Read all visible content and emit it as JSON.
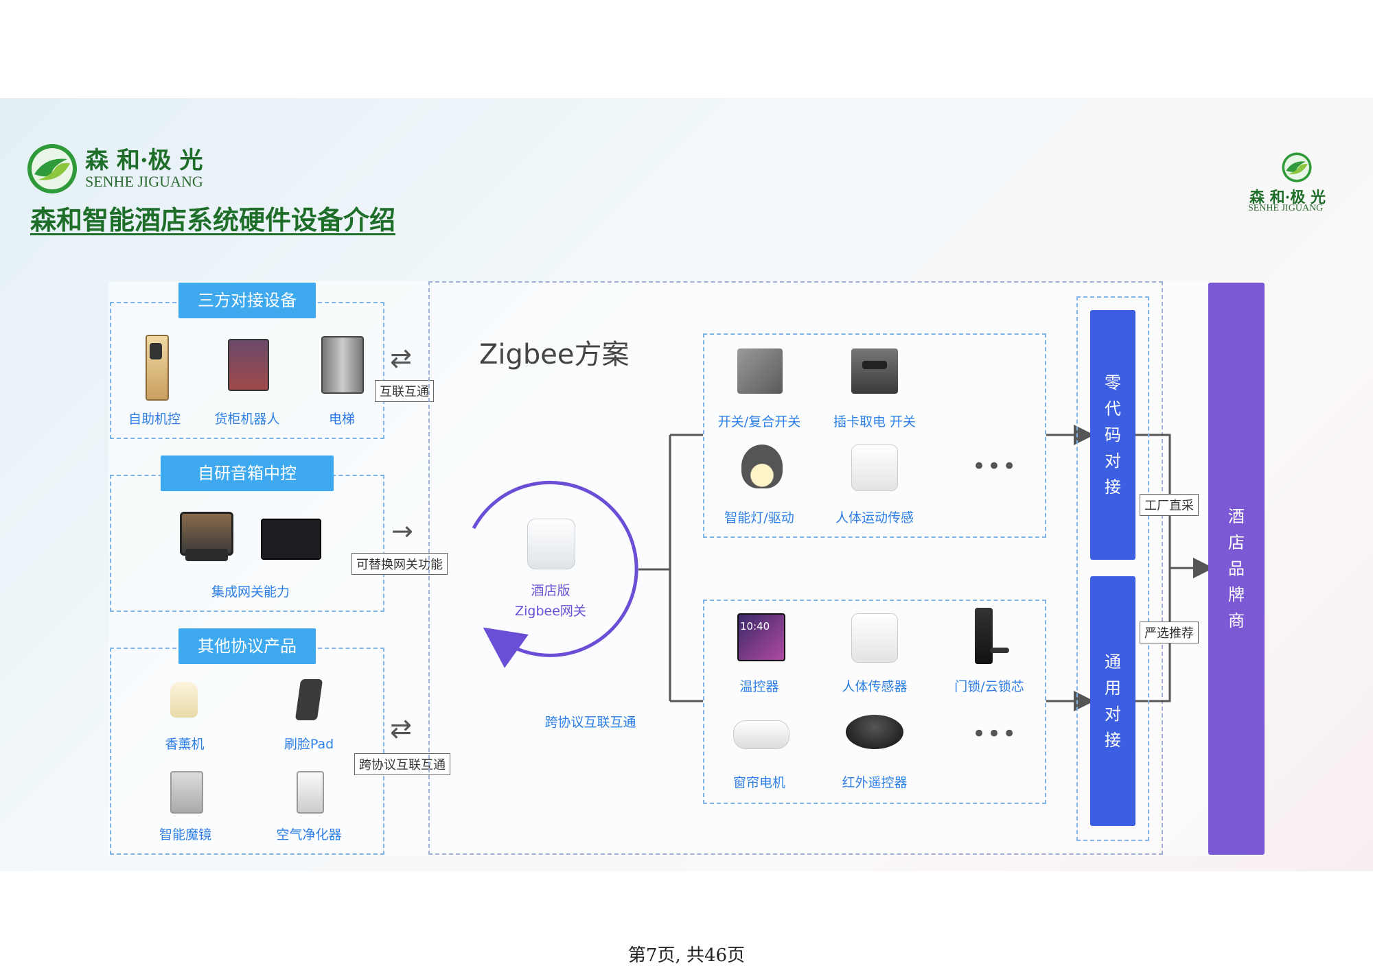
{
  "header": {
    "logo_cn": "森 和·极 光",
    "logo_en": "SENHE JIGUANG",
    "title": "森和智能酒店系统硬件设备介绍",
    "logo_right_cn": "森 和·极 光",
    "logo_right_en": "SENHE JIGUANG"
  },
  "left_groups": {
    "third_party": {
      "title": "三方对接设备",
      "items": [
        "自助机控",
        "货柜机器人",
        "电梯"
      ],
      "link": "互联互通"
    },
    "speaker": {
      "title": "自研音箱中控",
      "caption": "集成网关能力",
      "link": "可替换网关功能"
    },
    "other": {
      "title": "其他协议产品",
      "items": [
        "香薰机",
        "刷脸Pad",
        "智能魔镜",
        "空气净化器"
      ],
      "link": "跨协议互联互通"
    }
  },
  "zigbee": {
    "title": "Zigbee方案",
    "gateway_line1": "酒店版",
    "gateway_line2": "Zigbee网关",
    "cross_protocol": "跨协议互联互通"
  },
  "device_group_top": {
    "items": [
      "开关/复合开关",
      "插卡取电 开关",
      "智能灯/驱动",
      "人体运动传感"
    ],
    "more": "•••"
  },
  "device_group_bottom": {
    "items": [
      "温控器",
      "人体传感器",
      "门锁/云锁芯",
      "窗帘电机",
      "红外遥控器"
    ],
    "thermostat_time": "10:40",
    "more": "•••"
  },
  "integration": {
    "zero_code": [
      "零",
      "代",
      "码",
      "对",
      "接"
    ],
    "general": [
      "通",
      "用",
      "对",
      "接"
    ],
    "factory_label": "工厂直采",
    "select_label": "严选推荐",
    "brand": [
      "酒",
      "店",
      "品",
      "牌",
      "商"
    ]
  },
  "footer": {
    "page": "第7页, 共46页"
  },
  "colors": {
    "title_green": "#1e6e2a",
    "pill_blue": "#3fa9f0",
    "bar_blue": "#3b5fe0",
    "bar_purple": "#7b58d4",
    "label_blue": "#2d7fe6"
  }
}
